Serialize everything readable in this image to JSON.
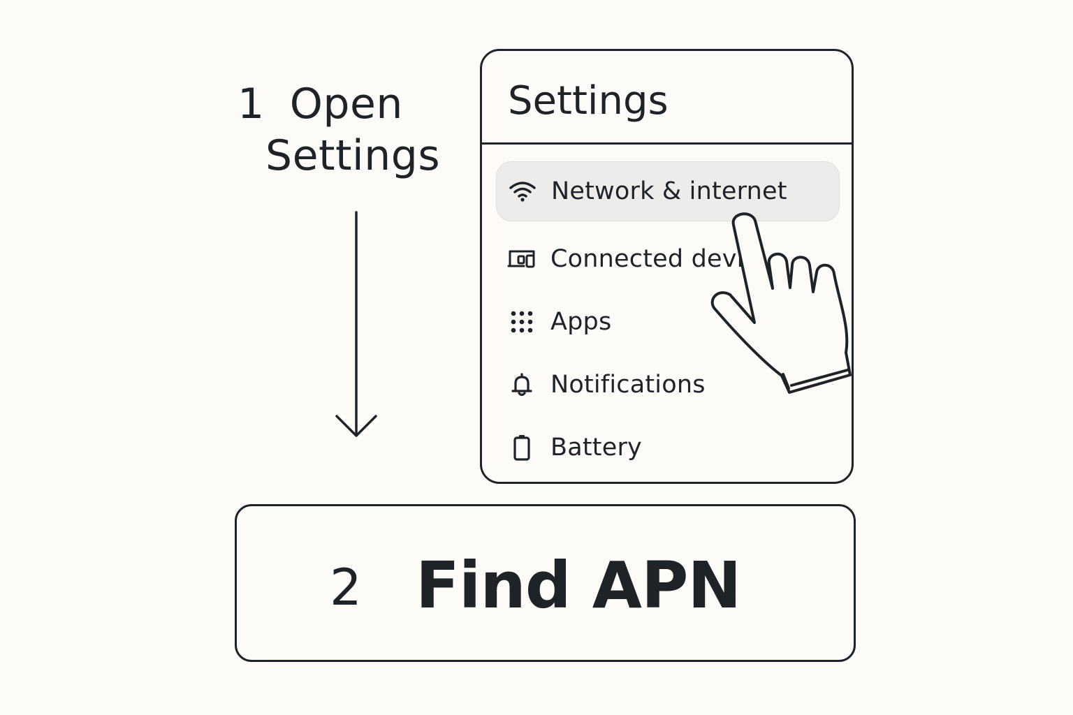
{
  "step1": {
    "number": "1",
    "line1": "Open",
    "line2": "Settings"
  },
  "settings_panel": {
    "title": "Settings",
    "items": [
      {
        "label": "Network & internet",
        "icon": "wifi-icon",
        "active": true
      },
      {
        "label": "Connected devic",
        "icon": "connected-devices-icon",
        "active": false
      },
      {
        "label": "Apps",
        "icon": "apps-grid-icon",
        "active": false
      },
      {
        "label": "Notifications",
        "icon": "bell-icon",
        "active": false
      },
      {
        "label": "Battery",
        "icon": "battery-icon",
        "active": false
      }
    ]
  },
  "step2": {
    "number": "2",
    "text": "Find APN"
  },
  "pointer": {
    "icon": "pointing-hand-icon"
  },
  "colors": {
    "background": "#fcfbf7",
    "ink": "#1e2328",
    "highlight": "#ececea"
  }
}
